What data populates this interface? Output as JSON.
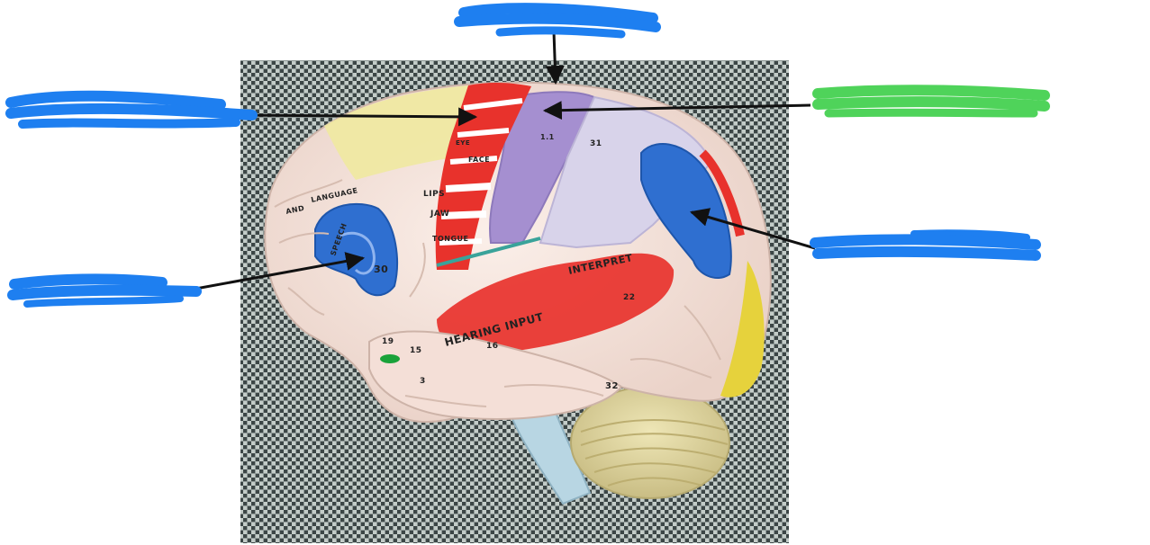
{
  "image": {
    "photo_labels": {
      "language": "LANGUAGE",
      "and": "AND",
      "speech": "SPEECH",
      "lips": "LIPS",
      "jaw": "JAW",
      "tongue": "TONGUE",
      "face": "FACE",
      "eye": "EYE",
      "hearing_input": "HEARING INPUT",
      "interpret": "INTERPRET",
      "num_30": "30",
      "num_16": "16",
      "num_15": "15",
      "num_19": "19",
      "num_3": "3",
      "num_32": "32",
      "num_22": "22",
      "num_31": "31",
      "num_11": "1.1"
    },
    "colors": {
      "redaction_blue": "#1e7ff0",
      "redaction_green": "#4fd35a",
      "mesh_dark": "#3f4a4a",
      "mesh_light": "#9aa5a2",
      "cortex": "#f7e6df",
      "yellow_region": "#efe9a0",
      "motor_red": "#e8322c",
      "sensory_purple": "#a58fd0",
      "blue_region": "#2f6fd0",
      "cerebellum": "#e4dba0"
    }
  }
}
